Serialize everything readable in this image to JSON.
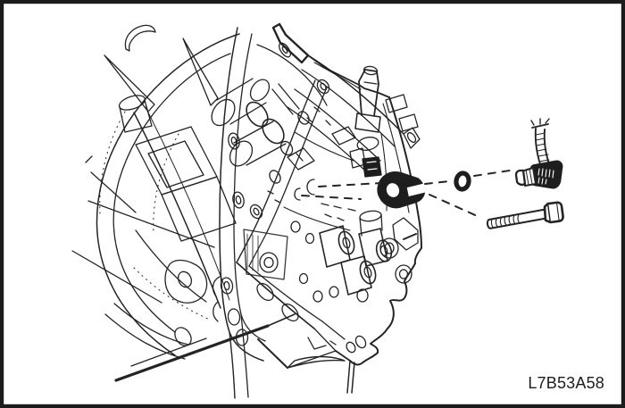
{
  "figure": {
    "code": "L7B53A58",
    "background_color": "#ffffff",
    "line_color": "#222222",
    "frame_color": "#1c1c1c",
    "kind": "technical-line-illustration",
    "alt": "Automatic transaxle with control valve body; exploded view of speed sensor, O-ring and bolt",
    "parts": [
      {
        "name": "transaxle-case"
      },
      {
        "name": "case-parting-flange"
      },
      {
        "name": "end-cover"
      },
      {
        "name": "control-valve-body"
      },
      {
        "name": "sensor-bracket"
      },
      {
        "name": "o-ring"
      },
      {
        "name": "bolt"
      },
      {
        "name": "speed-sensor"
      }
    ]
  }
}
